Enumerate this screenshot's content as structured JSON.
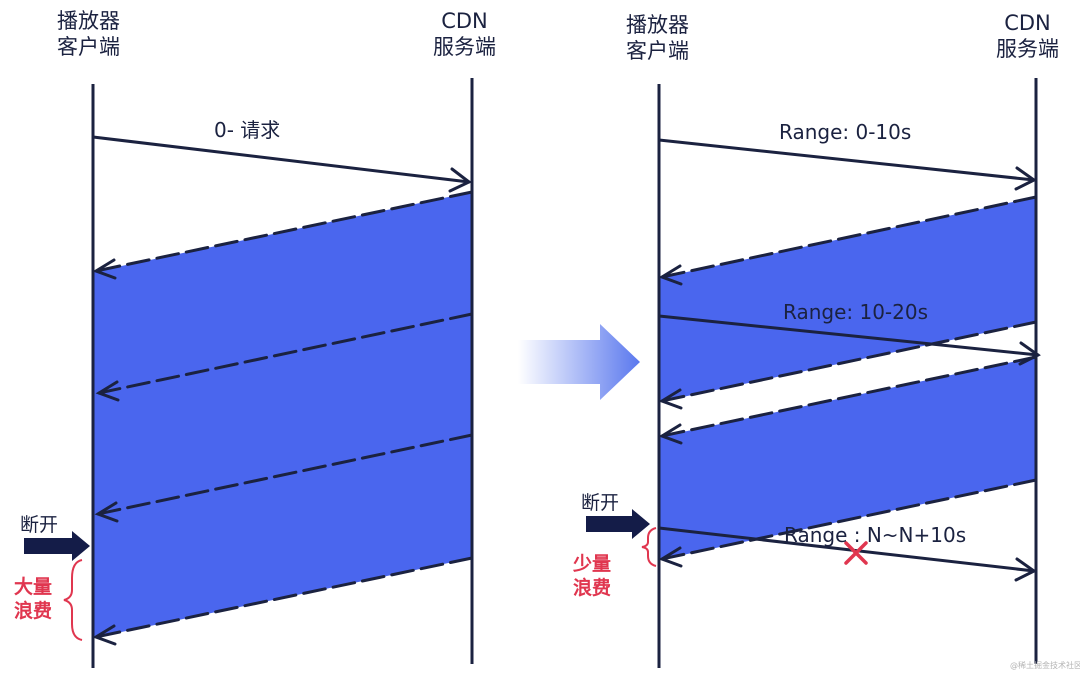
{
  "left": {
    "client_label": [
      "播放器",
      "客户端"
    ],
    "server_label": [
      "CDN",
      "服务端"
    ],
    "request_label": "0- 请求",
    "disconnect_label": "断开",
    "waste_label": [
      "大量",
      "浪费"
    ]
  },
  "right": {
    "client_label": [
      "播放器",
      "客户端"
    ],
    "server_label": [
      "CDN",
      "服务端"
    ],
    "request_labels": [
      "Range: 0-10s",
      "Range: 10-20s",
      "Range : N~N+10s"
    ],
    "disconnect_label": "断开",
    "waste_label": [
      "少量",
      "浪费"
    ]
  },
  "watermark": "@稀土掘金技术社区",
  "colors": {
    "band": "#4a66ee",
    "line": "#1b2240",
    "waste": "#e0364f",
    "arrow_gradient_start": "#ffffff",
    "arrow_gradient_end": "#5a78ee"
  }
}
